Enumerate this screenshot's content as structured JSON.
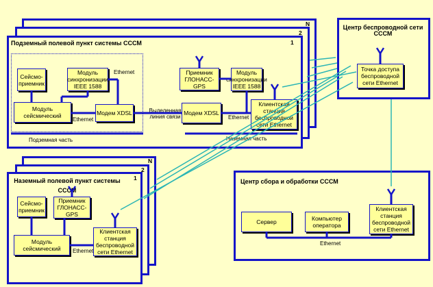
{
  "underground": {
    "title": "Подземный полевой пункт системы СССМ",
    "index_1": "1",
    "index_2": "2",
    "index_n": "N",
    "underground_part": "Подземная часть",
    "ground_part": "Наземная часть",
    "seismo": "Сейсмо-приемник",
    "sync_module": "Модуль синхронизации IEEE 1588",
    "seismic_module": "Модуль сейсмический",
    "modem_left": "Модем XDSL",
    "modem_right": "Модем XDSL",
    "glonass": "Приемник ГЛОНАСС-GPS",
    "sync_module_2": "Модуль синхронизации IEEE 1588",
    "client": "Клиентская станция беспроводной сети Ethernet",
    "ethernet_top": "Ethernet",
    "ethernet_mid": "Ethernet",
    "ethernet_right": "Ethernet",
    "leased_line": "Выделенная линия связи"
  },
  "wireless_center": {
    "title": "Центр беспроводной сети СССМ",
    "access_point": "Точка доступа беспроводной сети Ethernet"
  },
  "ground": {
    "title": "Наземный полевой пункт системы СССМ",
    "index_1": "1",
    "index_2": "2",
    "index_n": "N",
    "seismo": "Сейсмо-приемник",
    "glonass": "Приемник ГЛОНАСС-GPS",
    "seismic_module": "Модуль сейсмический",
    "client": "Клиентская станция беспроводной сети Ethernet",
    "ethernet": "Ethernet"
  },
  "processing_center": {
    "title": "Центр сбора и обработки СССМ",
    "server": "Сервер",
    "operator_pc": "Компьютер оператора",
    "client": "Клиентская станция беспроводной сети Ethernet",
    "ethernet": "Ethernet"
  },
  "colors": {
    "background": "#ffffc9",
    "box_fill": "#ffff99",
    "line": "#1414c8",
    "link": "#2bb5b5"
  }
}
